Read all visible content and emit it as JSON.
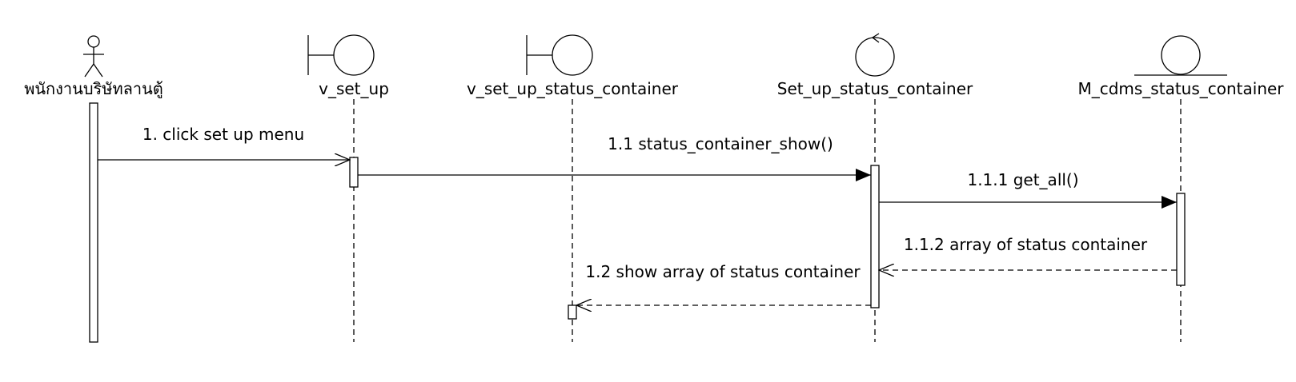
{
  "participants": [
    {
      "id": "p0",
      "name": "พนักงานบริษัทลานตู้",
      "kind": "actor-icon"
    },
    {
      "id": "p1",
      "name": "v_set_up",
      "kind": "boundary-icon"
    },
    {
      "id": "p2",
      "name": "v_set_up_status_container",
      "kind": "boundary-icon"
    },
    {
      "id": "p3",
      "name": "Set_up_status_container",
      "kind": "control-icon"
    },
    {
      "id": "p4",
      "name": "M_cdms_status_container",
      "kind": "entity-icon"
    }
  ],
  "messages": [
    {
      "id": "m1",
      "label": "1. click set up menu",
      "from": "p0",
      "to": "p1",
      "type": "async"
    },
    {
      "id": "m2",
      "label": "1.1 status_container_show()",
      "from": "p1",
      "to": "p3",
      "type": "sync"
    },
    {
      "id": "m3",
      "label": "1.1.1 get_all()",
      "from": "p3",
      "to": "p4",
      "type": "sync"
    },
    {
      "id": "m4",
      "label": "1.1.2 array of status container",
      "from": "p4",
      "to": "p3",
      "type": "return"
    },
    {
      "id": "m5",
      "label": "1.2 show array of status container",
      "from": "p3",
      "to": "p2",
      "type": "return"
    }
  ]
}
